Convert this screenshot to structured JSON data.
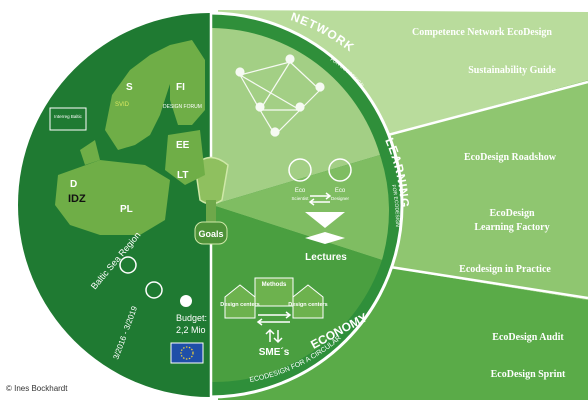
{
  "colors": {
    "dark_green": "#1f7a32",
    "mid_green": "#3d9b3c",
    "light_green": "#7cbd5e",
    "pale_green": "#a9d48a",
    "white": "#ffffff"
  },
  "outcomes": [
    "Competence Network EcoDesign",
    "Sustainability Guide",
    "EcoDesign Roadshow",
    "EcoDesign",
    "Learning Factory",
    "Ecodesign in Practice",
    "EcoDesign Audit",
    "EcoDesign Sprint"
  ],
  "ring": {
    "network": "NETWORK",
    "network_sub": "FOR ECODESIGN",
    "learning": "LEARNING",
    "learning_sub": "FOR ECODESIGN",
    "economy_pre": "ECODESIGN FOR A CIRCULAR",
    "economy": "ECONOMY"
  },
  "map_labels": {
    "interreg": "Interreg\nBaltic",
    "S": "S",
    "FI": "FI",
    "svid": "SVID",
    "design_forum": "DESIGN FORUM",
    "ee": "EE",
    "lt": "LT",
    "d": "D",
    "idz": "IDZ",
    "pl": "PL",
    "baltic_sea_region": "Baltic Sea Region",
    "dates": "3/2016 - 3/2019",
    "budget": "Budget:",
    "budget_amount": "2,2 Mio"
  },
  "center": {
    "goals": "Goals"
  },
  "learning_panel": {
    "eco1": "Eco",
    "eco1_sub": "Scientist",
    "eco2": "Eco",
    "eco2_sub": "Designer",
    "lectures": "Lectures"
  },
  "economy_panel": {
    "methods": "Methods",
    "design_centers_left": "Design centers",
    "design_centers_right": "Design centers",
    "smes": "SME´s"
  },
  "credit": "© Ines Bockhardt"
}
